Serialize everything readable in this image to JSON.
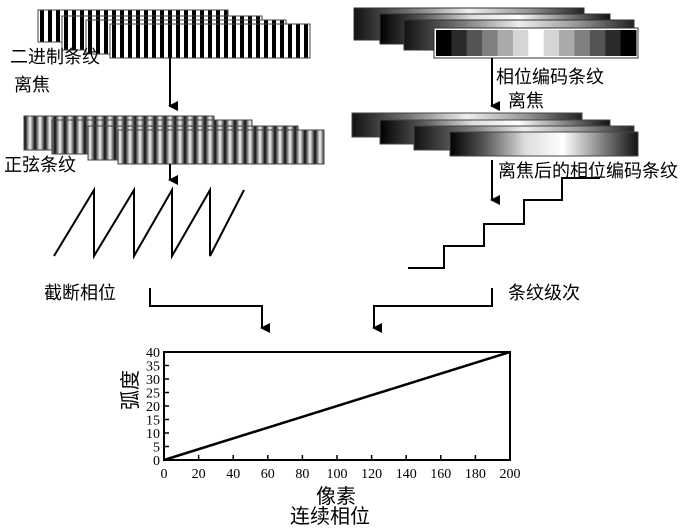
{
  "labels": {
    "binary_fringe": "二进制条纹",
    "defocus_left": "离焦",
    "sine_fringe": "正弦条纹",
    "wrapped_phase": "截断相位",
    "phase_code_fringe": "相位编码条纹",
    "defocus_right": "离焦",
    "defocused_phase_code": "离焦后的相位编码条纹",
    "fringe_order": "条纹级次",
    "unwrapped_phase": "连续相位"
  },
  "chart_data": {
    "type": "line",
    "title": "",
    "xlabel": "像素",
    "ylabel": "弧度",
    "xlim": [
      0,
      200
    ],
    "ylim": [
      0,
      40
    ],
    "x_ticks": [
      "0",
      "20",
      "40",
      "60",
      "80",
      "100",
      "120",
      "140",
      "160",
      "180",
      "200"
    ],
    "y_ticks": [
      "0",
      "5",
      "10",
      "15",
      "20",
      "25",
      "30",
      "35",
      "40"
    ],
    "series": [
      {
        "x": [
          0,
          200
        ],
        "y": [
          0,
          40
        ]
      }
    ]
  },
  "colors": {
    "line": "#000000",
    "background": "#ffffff"
  }
}
